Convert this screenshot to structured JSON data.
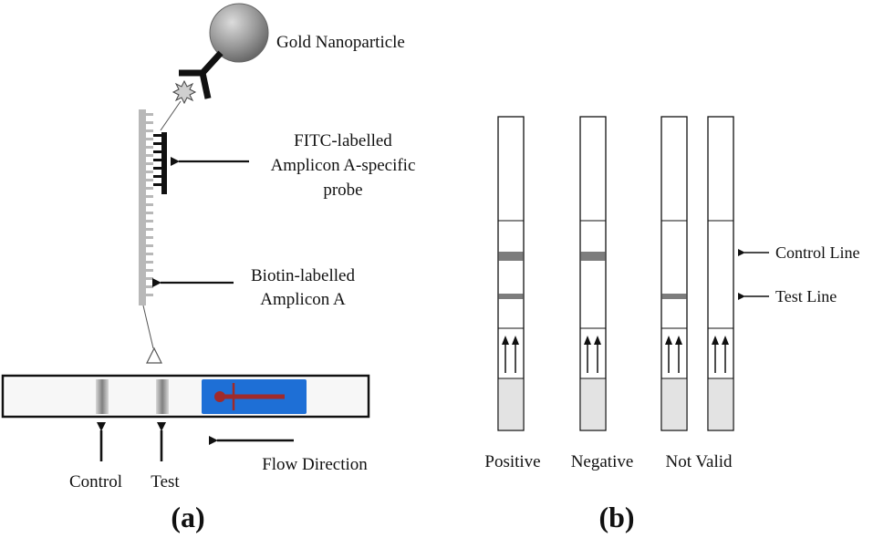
{
  "panel_a": {
    "caption": "(a)",
    "gold_label": "Gold Nanoparticle",
    "fitc_label": [
      "FITC-labelled",
      "Amplicon A-specific",
      "probe"
    ],
    "biotin_label": [
      "Biotin-labelled",
      "Amplicon A"
    ],
    "control_label": "Control",
    "test_label": "Test",
    "flow_label": "Flow Direction"
  },
  "panel_b": {
    "caption": "(b)",
    "control_line_label": "Control Line",
    "test_line_label": "Test Line",
    "strip_labels": [
      "Positive",
      "Negative",
      "Not Valid"
    ]
  },
  "colors": {
    "ink": "#111111",
    "gold_particle": "#8f8f8f",
    "pad_blue": "#1e6fd6",
    "flow_arrow": "#a02a2a",
    "band_gray": "#7d7d7d",
    "sample_pad": "#e3e3e3",
    "probe_backbone": "#b8b8b8"
  }
}
